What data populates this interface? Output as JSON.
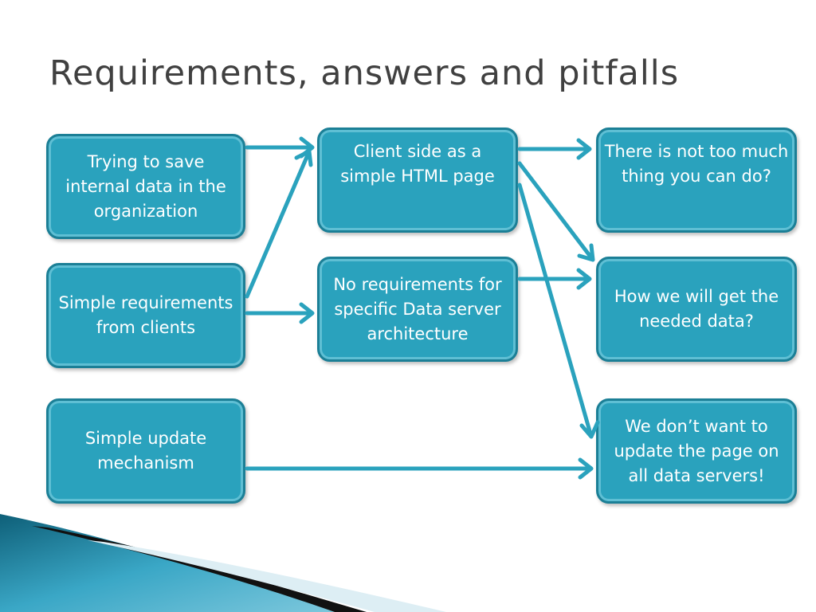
{
  "slide": {
    "title": "Requirements, answers and pitfalls"
  },
  "boxes": {
    "req_save_internal": "Trying to save internal data in the organization",
    "req_simple_clients": "Simple requirements from clients",
    "req_update": "Simple update mechanism",
    "ans_client_html": "Client side as a simple HTML page",
    "ans_no_arch": "No requirements for specific Data server architecture",
    "pit_not_much": "There is not too much thing you can do?",
    "pit_get_data": "How we will get the needed data?",
    "pit_update_all": "We don’t want to update the page on all data servers!"
  },
  "colors": {
    "box_fill": "#2aa2bd",
    "box_border": "#1b7f96",
    "arrow": "#2aa2bd",
    "title": "#404040"
  }
}
